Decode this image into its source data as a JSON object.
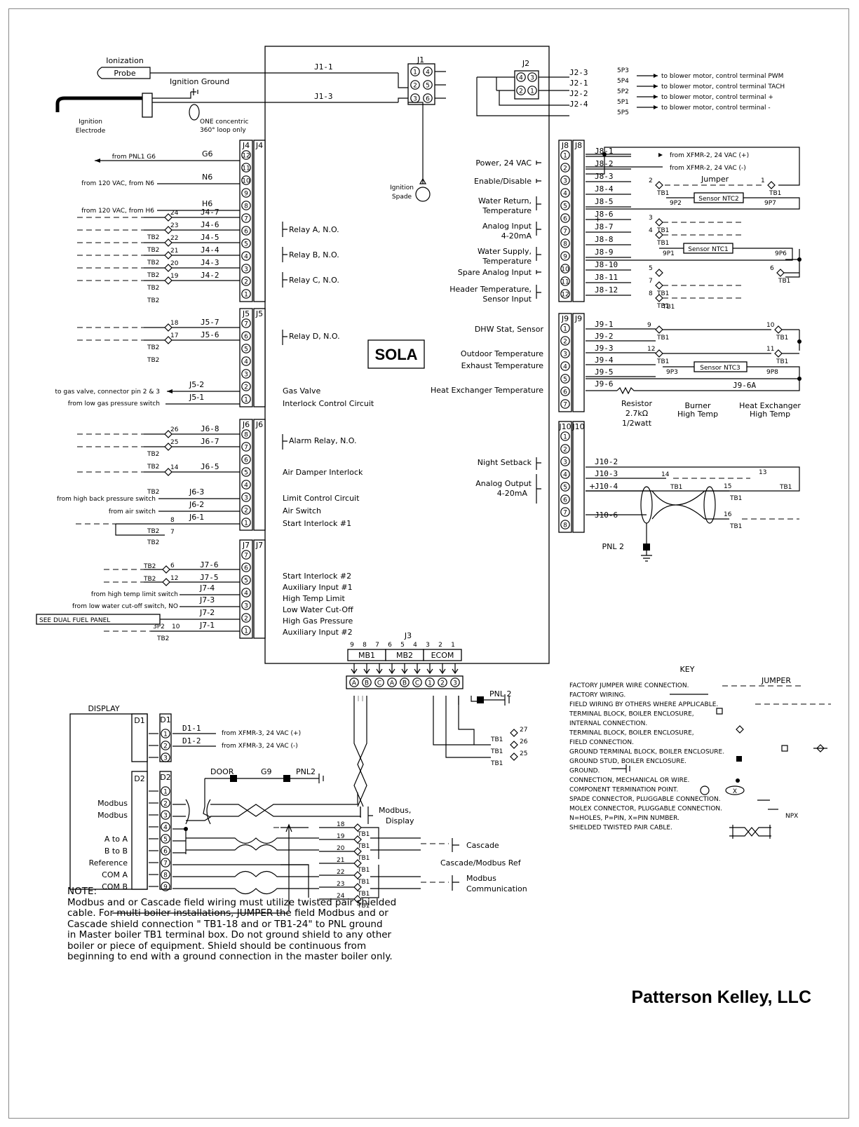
{
  "company": "Patterson Kelley, LLC",
  "controller_label": "SOLA",
  "top_left": {
    "ionization_probe": [
      "Ionization",
      "Probe"
    ],
    "ignition_ground": "Ignition Ground",
    "ignition_electrode": [
      "Ignition",
      "Electrode"
    ],
    "loop_note": [
      "ONE concentric",
      "360° loop only"
    ],
    "ignition_spade": [
      "Ignition",
      "Spade"
    ],
    "j1_1": "J1-1",
    "j1_3": "J1-3"
  },
  "j1": {
    "name": "J1",
    "pins_left": [
      "1",
      "2",
      "3"
    ],
    "pins_right": [
      "4",
      "5",
      "6"
    ]
  },
  "j2": {
    "name": "J2",
    "pins_left": [
      "4",
      "2"
    ],
    "pins_right": [
      "3",
      "1"
    ],
    "wires": [
      {
        "wire": "J2-3",
        "pin": "5P3",
        "dest": "to blower motor, control terminal PWM"
      },
      {
        "wire": "J2-1",
        "pin": "5P4",
        "dest": "to blower motor, control terminal TACH"
      },
      {
        "wire": "J2-2",
        "pin": "5P2",
        "dest": "to blower motor, control terminal  +"
      },
      {
        "wire": "J2-4",
        "pin": "5P1",
        "dest": "to blower motor, control terminal  -"
      },
      {
        "wire": "",
        "pin": "5P5",
        "dest": ""
      }
    ]
  },
  "headers": [
    "J4",
    "J5",
    "J6",
    "J7",
    "J8",
    "J9",
    "J10",
    "J3"
  ],
  "j4": {
    "from_g6": "from PNL1 G6",
    "g6": "G6",
    "from_n6": "from 120 VAC, from N6",
    "n6": "N6",
    "from_h6": "from 120 VAC, from H6",
    "h6": "H6",
    "rows": [
      {
        "num": "24",
        "tb": "",
        "wire": "J4-7"
      },
      {
        "num": "23",
        "tb": "TB2",
        "wire": "J4-6"
      },
      {
        "num": "22",
        "tb": "TB2",
        "wire": "J4-5"
      },
      {
        "num": "21",
        "tb": "TB2",
        "wire": "J4-4"
      },
      {
        "num": "20",
        "tb": "TB2",
        "wire": "J4-3"
      },
      {
        "num": "19",
        "tb": "TB2",
        "wire": "J4-2"
      },
      {
        "num": "",
        "tb": "TB2",
        "wire": ""
      }
    ],
    "relays": [
      "Relay A, N.O.",
      "Relay B, N.O.",
      "Relay C, N.O."
    ]
  },
  "j5": {
    "rows": [
      {
        "num": "18",
        "tb": "",
        "wire": "J5-7"
      },
      {
        "num": "17",
        "tb": "TB2",
        "wire": "J5-6"
      },
      {
        "num": "",
        "tb": "TB2",
        "wire": ""
      }
    ],
    "relay": "Relay D, N.O.",
    "gas_valve": "to gas valve, connector pin 2 & 3",
    "low_gas": "from low gas pressure switch",
    "j5_2": "J5-2",
    "j5_1": "J5-1",
    "labels": [
      "Gas Valve",
      "Interlock Control Circuit"
    ]
  },
  "j6": {
    "rows": [
      {
        "num": "26",
        "tb": "",
        "wire": "J6-8"
      },
      {
        "num": "25",
        "tb": "TB2",
        "wire": "J6-7"
      },
      {
        "num": "",
        "tb": "TB2",
        "wire": ""
      },
      {
        "num": "14",
        "tb": "",
        "wire": "J6-5"
      },
      {
        "num": "",
        "tb": "TB2",
        "wire": ""
      }
    ],
    "high_back": "from high back pressure switch",
    "j6_3": "J6-3",
    "air_switch": "from air switch",
    "j6_2": "J6-2",
    "j6_1": "J6-1",
    "n8": "8",
    "n7": "7",
    "tb2a": "TB2",
    "tb2b": "TB2",
    "labels": [
      "Alarm Relay, N.O.",
      "Air Damper Interlock",
      "Limit Control Circuit",
      "Air Switch",
      "Start Interlock #1"
    ]
  },
  "j7": {
    "rows": [
      {
        "tb": "TB2",
        "num": "6",
        "wire": "J7-6"
      },
      {
        "tb": "TB2",
        "num": "12",
        "wire": "J7-5"
      }
    ],
    "high_temp": "from high temp limit switch",
    "j7_4": "J7-4",
    "low_water": "from low water cut-off switch, NO",
    "j7_3": "J7-3",
    "dual_fuel": "SEE DUAL FUEL PANEL",
    "j7_2": "J7-2",
    "p3": "3P2",
    "n10": "10",
    "j7_1": "J7-1",
    "tb2": "TB2",
    "labels": [
      "Start Interlock #2",
      "Auxiliary Input #1",
      "High Temp Limit",
      "Low Water Cut-Off",
      "High Gas Pressure",
      "Auxiliary Input #2"
    ]
  },
  "j8": {
    "labels": [
      [
        "Power, 24 VAC"
      ],
      [
        "Enable/Disable"
      ],
      [
        "Water Return,",
        "Temperature"
      ],
      [
        "Analog Input",
        "4-20mA"
      ],
      [
        "Water Supply,",
        "Temperature"
      ],
      [
        "Spare Analog Input"
      ],
      [
        "Header Temperature,",
        "Sensor Input"
      ]
    ],
    "wires": [
      "J8-1",
      "J8-2",
      "J8-3",
      "J8-4",
      "J8-5",
      "J8-6",
      "J8-7",
      "J8-8",
      "J8-9",
      "J8-10",
      "J8-11",
      "J8-12"
    ],
    "xfmr_plus": "from XFMR-2, 24 VAC (+)",
    "xfmr_minus": "from XFMR-2, 24 VAC (-)",
    "jumper": "Jumper",
    "sensor_ntc2": "Sensor NTC2",
    "sensor_ntc1": "Sensor NTC1",
    "p9p2": "9P2",
    "p9p7": "9P7",
    "p9p1": "9P1",
    "p9p6": "9P6",
    "tb1": "TB1",
    "nums": [
      "2",
      "1",
      "3",
      "4",
      "5",
      "6",
      "7",
      "8"
    ],
    "plus": "+",
    "minus": "-"
  },
  "j9": {
    "labels": [
      "DHW Stat, Sensor",
      "Outdoor Temperature",
      "Exhaust Temperature",
      "Heat Exchanger Temperature"
    ],
    "wires": [
      "J9-1",
      "J9-2",
      "J9-3",
      "J9-4",
      "J9-5",
      "J9-6",
      "J9-6A"
    ],
    "nums": [
      "9",
      "10",
      "12",
      "11"
    ],
    "sensor_ntc3": "Sensor NTC3",
    "p9p3": "9P3",
    "p9p8": "9P8",
    "resistor": [
      "Resistor",
      "2.7kΩ",
      "1/2watt"
    ],
    "burner": [
      "Burner",
      "High Temp"
    ],
    "hx": [
      "Heat Exchanger",
      "High Temp"
    ],
    "tb1": "TB1"
  },
  "j10": {
    "labels": [
      [
        "Night Setback"
      ],
      [
        "Analog Output",
        "4-20mA"
      ]
    ],
    "wires": [
      "J10-2",
      "J10-3",
      "J10-4",
      "J10-6"
    ],
    "nums": [
      "14",
      "13",
      "15",
      "16"
    ],
    "tb1": "TB1",
    "plus": "+",
    "pnl2": "PNL 2"
  },
  "j3": {
    "pin_numbers": [
      "9",
      "8",
      "7",
      "6",
      "5",
      "4",
      "3",
      "2",
      "1"
    ],
    "groups": [
      "MB1",
      "MB2",
      "ECOM"
    ],
    "pins": [
      "A",
      "B",
      "C",
      "A",
      "B",
      "C",
      "1",
      "2",
      "3"
    ],
    "pnl2": "PNL 2",
    "tb": [
      {
        "num": "27",
        "tb": "TB1"
      },
      {
        "num": "26",
        "tb": "TB1"
      },
      {
        "num": "25",
        "tb": "TB1"
      }
    ]
  },
  "display": {
    "title": "DISPLAY",
    "d1": "D1",
    "d2": "D2",
    "d1_1": "D1-1",
    "d1_2": "D1-2",
    "xfmr_plus": "from XFMR-3, 24 VAC (+)",
    "xfmr_minus": "from XFMR-3, 24 VAC (-)",
    "d2_labels": [
      "",
      "Modbus",
      "Modbus",
      "",
      "A to A",
      "B to B",
      "Reference",
      "COM A",
      "COM B"
    ],
    "door": "DOOR",
    "g9": "G9",
    "pnl2": "PNL2",
    "modbus_display": [
      "Modbus,",
      "Display"
    ],
    "tb_nums": [
      "18",
      "19",
      "20",
      "21",
      "22",
      "23",
      "24"
    ],
    "tb1": "TB1",
    "cascade": "Cascade",
    "cascade_ref": "Cascade/Modbus Ref",
    "modbus_comm": [
      "Modbus",
      "Communication"
    ]
  },
  "key": {
    "title": "KEY",
    "jumper": "JUMPER",
    "lines": [
      "FACTORY JUMPER WIRE CONNECTION.",
      "FACTORY WIRING.",
      "FIELD WIRING BY OTHERS WHERE APPLICABLE.",
      "TERMINAL BLOCK, BOILER ENCLOSURE,",
      "INTERNAL CONNECTION.",
      "TERMINAL BLOCK, BOILER ENCLOSURE,",
      "FIELD CONNECTION.",
      "GROUND TERMINAL BLOCK, BOILER ENCLOSURE.",
      "GROUND STUD, BOILER ENCLOSURE.",
      "GROUND.",
      "CONNECTION, MECHANICAL OR WIRE.",
      "COMPONENT TERMINATION POINT.",
      "SPADE CONNECTOR, PLUGGABLE CONNECTION.",
      "MOLEX CONNECTOR, PLUGGABLE CONNECTION.",
      "N=HOLES, P=PIN, X=PIN NUMBER.",
      "SHIELDED TWISTED PAIR CABLE."
    ],
    "npx": "NPX",
    "x": "X"
  },
  "note": {
    "title": "NOTE:",
    "lines": [
      "Modbus and or Cascade field wiring must utilize twisted pair shielded",
      "cable. For multi boiler installations, JUMPER the field Modbus and or",
      "Cascade shield connection \" TB1-18 and or TB1-24\" to PNL ground",
      "in Master boiler TB1 terminal box. Do not ground shield to any other",
      "boiler or piece of equipment. Shield should be continuous from",
      "beginning to end with a ground connection in the master boiler only."
    ]
  }
}
